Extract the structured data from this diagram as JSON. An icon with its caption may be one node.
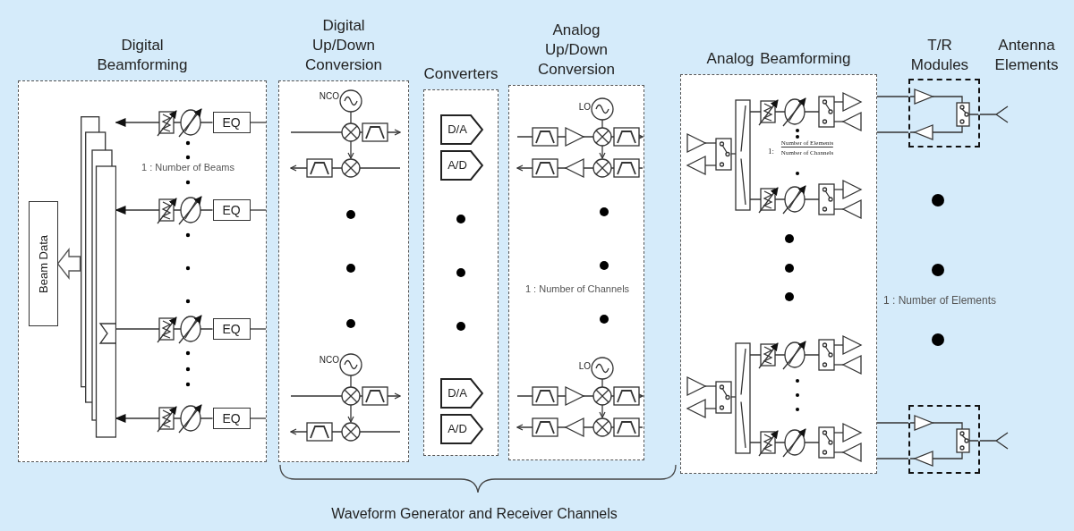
{
  "diagram": {
    "nodes": [
      {
        "text": [
          "Digital Beamforming"
        ]
      },
      {
        "text": [
          "Beam Data"
        ],
        "in": 0
      },
      {
        "text": [],
        "shape": "bar",
        "in": 0
      },
      {
        "text": [
          "EQ"
        ],
        "in": 0
      },
      {
        "text": [
          "EQ"
        ],
        "in": 0
      },
      {
        "text": [
          "EQ"
        ],
        "in": 0
      },
      {
        "text": [
          "EQ"
        ],
        "in": 0
      },
      {
        "text": [
          "Digital Up/Down Conversion"
        ]
      },
      {
        "text": [
          "Converters"
        ]
      },
      {
        "text": [
          "D/A"
        ],
        "in": 8
      },
      {
        "text": [
          "A/D"
        ],
        "in": 8
      },
      {
        "text": [
          "D/A"
        ],
        "in": 8
      },
      {
        "text": [
          "A/D"
        ],
        "in": 8
      },
      {
        "text": [
          "Analog Up/Down Conversion"
        ]
      },
      {
        "text": [
          "Analog Beamforming"
        ]
      },
      {
        "text": [],
        "shape": "box"
      },
      {
        "text": [],
        "shape": "antenna"
      },
      {
        "text": [],
        "shape": "box"
      },
      {
        "text": [],
        "shape": "antenna"
      }
    ],
    "edges": [
      {
        "from": 2,
        "to": 1,
        "arrow": "to",
        "style": "thick"
      },
      {
        "from": 3,
        "to": 2,
        "arrow": "to"
      },
      {
        "from": 4,
        "to": 2,
        "arrow": "to"
      },
      {
        "from": 5,
        "to": 2,
        "arrow": "none"
      },
      {
        "from": 6,
        "to": 2,
        "arrow": "to"
      },
      {
        "from": 14,
        "to": 15,
        "arrow": "none"
      },
      {
        "from": 14,
        "to": 15,
        "arrow": "none"
      },
      {
        "from": 15,
        "to": 16,
        "arrow": "none"
      },
      {
        "from": 14,
        "to": 17,
        "arrow": "none"
      },
      {
        "from": 14,
        "to": 17,
        "arrow": "none"
      },
      {
        "from": 17,
        "to": 18,
        "arrow": "none"
      }
    ],
    "labels": [
      "T/R Modules",
      "Antenna Elements",
      "NCO",
      "LO",
      "1:",
      "Number of Elements",
      "Number of Channels",
      "1 : Number of Beams",
      "1 : Number of Channels",
      "1 : Number of Elements",
      "NCO",
      "LO",
      "Waveform Generator and Receiver Channels"
    ]
  }
}
